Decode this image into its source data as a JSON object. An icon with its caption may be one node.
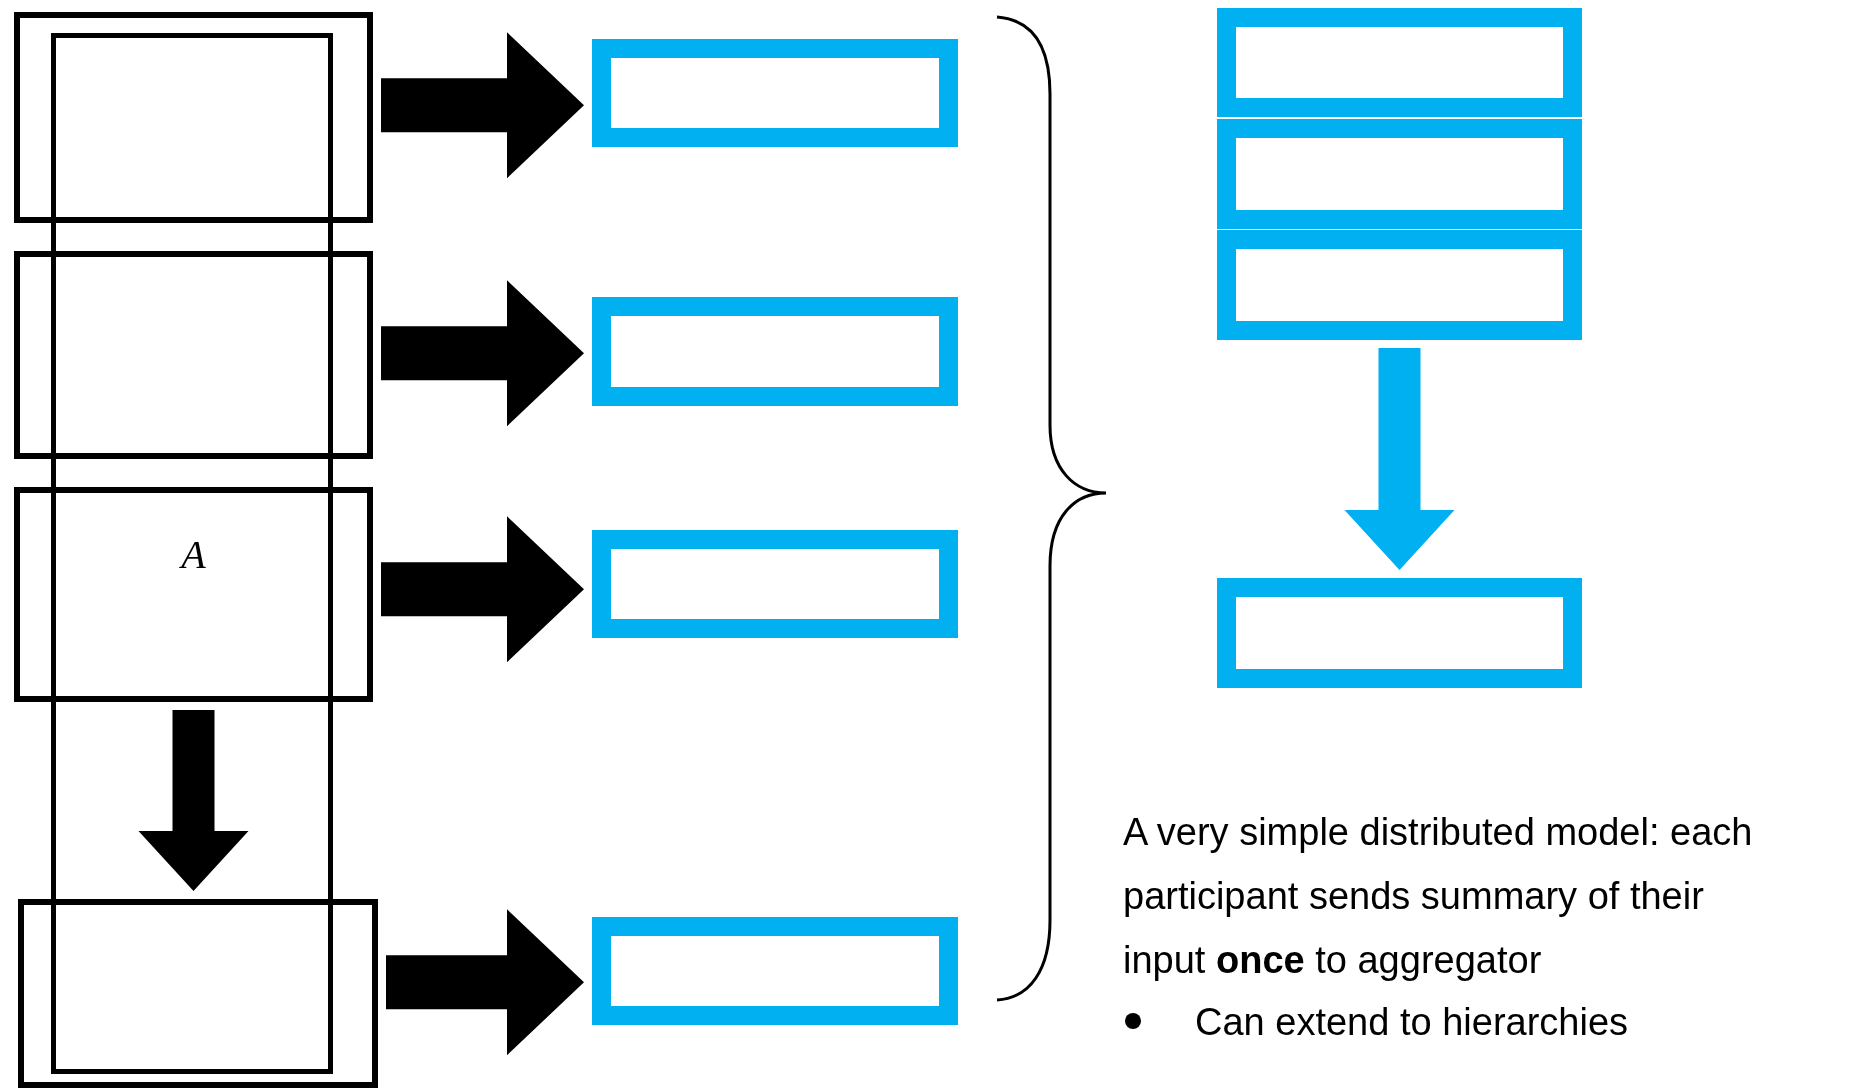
{
  "diagram": {
    "nodes": [
      {
        "text": [],
        "shape": "box"
      },
      {
        "text": [],
        "shape": "box"
      },
      {
        "text": [],
        "shape": "box"
      },
      {
        "text": [
          "A"
        ]
      },
      {
        "text": [],
        "shape": "box"
      },
      {
        "text": [],
        "shape": "box"
      },
      {
        "text": [],
        "shape": "box"
      },
      {
        "text": [],
        "shape": "box"
      },
      {
        "text": [],
        "shape": "box"
      },
      {
        "text": [],
        "shape": "box"
      },
      {
        "text": [],
        "shape": "box"
      },
      {
        "text": [],
        "shape": "box"
      },
      {
        "text": [],
        "shape": "box"
      }
    ],
    "edges": [
      {
        "from": 1,
        "to": 5,
        "arrow": "to",
        "style": "thick"
      },
      {
        "from": 2,
        "to": 6,
        "arrow": "to",
        "style": "thick"
      },
      {
        "from": 3,
        "to": 7,
        "arrow": "to",
        "style": "thick"
      },
      {
        "from": 3,
        "to": 4,
        "arrow": "to",
        "style": "thick"
      },
      {
        "from": 4,
        "to": 8,
        "arrow": "to",
        "style": "thick"
      },
      {
        "from": 11,
        "to": 12,
        "arrow": "to",
        "style": "thick",
        "color": "#00b0f0"
      }
    ],
    "labels": [
      "A very simple distributed model: each participant sends summary of their input **once** to aggregator",
      "Can extend to hierarchies"
    ]
  }
}
